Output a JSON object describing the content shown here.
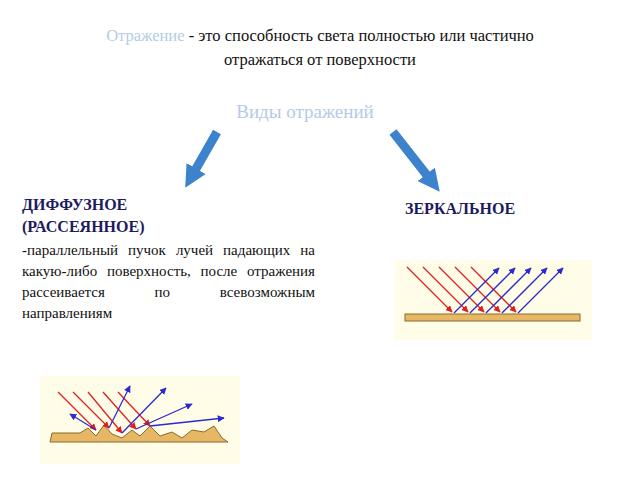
{
  "diagram": {
    "title": "Отражение",
    "nodes": [
      {
        "text": [
          "Виды отражений"
        ]
      },
      {
        "text": [
          "ДИФФУЗНОЕ (РАССЕЯННОЕ)",
          "-параллельный пучок лучей падающих на какую-либо поверхность, после отражения рассеивается по всевозможным направлениям"
        ]
      },
      {
        "text": [
          "ЗЕРКАЛЬНОЕ"
        ]
      }
    ],
    "edges": [
      {
        "from": 0,
        "to": 1,
        "arrow": "to"
      },
      {
        "from": 0,
        "to": 2,
        "arrow": "to"
      }
    ],
    "labels": [
      "- это способность света полностью или частично отражаться от поверхности"
    ]
  }
}
